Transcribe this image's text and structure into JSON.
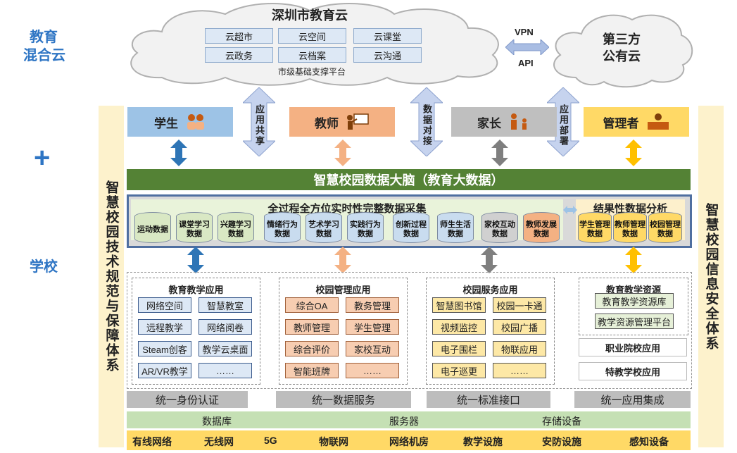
{
  "left_labels": {
    "cloud_line1": "教育",
    "cloud_line2": "混合云",
    "plus": "+",
    "school": "学校"
  },
  "city_cloud": {
    "title": "深圳市教育云",
    "services": [
      "云超市",
      "云空间",
      "云课堂",
      "云政务",
      "云档案",
      "云沟通"
    ],
    "platform": "市级基础支撑平台"
  },
  "third_party": {
    "line1": "第三方",
    "line2": "公有云",
    "vpn": "VPN",
    "api": "API"
  },
  "arrows_text": {
    "share": "应用共享",
    "data": "数据对接",
    "deploy": "应用部署"
  },
  "roles": [
    {
      "label": "学生",
      "color": "#9dc3e6"
    },
    {
      "label": "教师",
      "color": "#f4b183"
    },
    {
      "label": "家长",
      "color": "#bfbfbf"
    },
    {
      "label": "管理者",
      "color": "#ffd966"
    }
  ],
  "pillars": {
    "left": "智慧校园技术规范与保障体系",
    "right": "智慧校园信息安全体系"
  },
  "brain": "智慧校园数据大脑（教育大数据）",
  "collection": {
    "title": "全过程全方位实时性完整数据采集",
    "items": [
      {
        "text": "运动数据",
        "color": "#d9e8c4"
      },
      {
        "text": "课堂学习数据",
        "color": "#d9e8c4"
      },
      {
        "text": "兴趣学习数据",
        "color": "#d9e8c4"
      },
      {
        "text": "情绪行为数据",
        "color": "#c9dcef"
      },
      {
        "text": "艺术学习数据",
        "color": "#c9dcef"
      },
      {
        "text": "实践行为数据",
        "color": "#c9dcef"
      },
      {
        "text": "创新过程数据",
        "color": "#c9dcef"
      },
      {
        "text": "师生生活数据",
        "color": "#c9dcef"
      },
      {
        "text": "家校互动数据",
        "color": "#d0d0d0"
      },
      {
        "text": "教师发展数据",
        "color": "#f4b183"
      }
    ]
  },
  "analysis": {
    "title": "结果性数据分析",
    "items": [
      "学生管理数据",
      "教师管理数据",
      "校园管理数据"
    ]
  },
  "panels": {
    "teaching": {
      "title": "教育教学应用",
      "items": [
        "网络空间",
        "智慧教室",
        "远程教学",
        "网络阅卷",
        "Steam创客",
        "教学云桌面",
        "AR/VR教学",
        "……"
      ]
    },
    "management": {
      "title": "校园管理应用",
      "items": [
        "综合OA",
        "教务管理",
        "教师管理",
        "学生管理",
        "综合评价",
        "家校互动",
        "智能班牌",
        "……"
      ]
    },
    "service": {
      "title": "校园服务应用",
      "items": [
        "智慧图书馆",
        "校园一卡通",
        "视频监控",
        "校园广播",
        "电子围栏",
        "物联应用",
        "电子巡更",
        "……"
      ]
    },
    "resources": {
      "title": "教育教学资源",
      "items": [
        "教育教学资源库",
        "教学资源管理平台"
      ],
      "extra": [
        "职业院校应用",
        "特教学校应用"
      ]
    }
  },
  "unified": [
    "统一身份认证",
    "统一数据服务",
    "统一标准接口",
    "统一应用集成"
  ],
  "infra_green": [
    "数据库",
    "服务器",
    "存储设备"
  ],
  "infra_yellow": [
    "有线网络",
    "无线网",
    "5G",
    "物联网",
    "网络机房",
    "教学设施",
    "安防设施",
    "感知设备"
  ],
  "colors": {
    "accent_blue": "#2e75c4",
    "brain_green": "#548235",
    "pillar_yellow": "#fdf2cc",
    "infra_green": "#c5e0b4",
    "infra_yellow": "#ffd966"
  }
}
